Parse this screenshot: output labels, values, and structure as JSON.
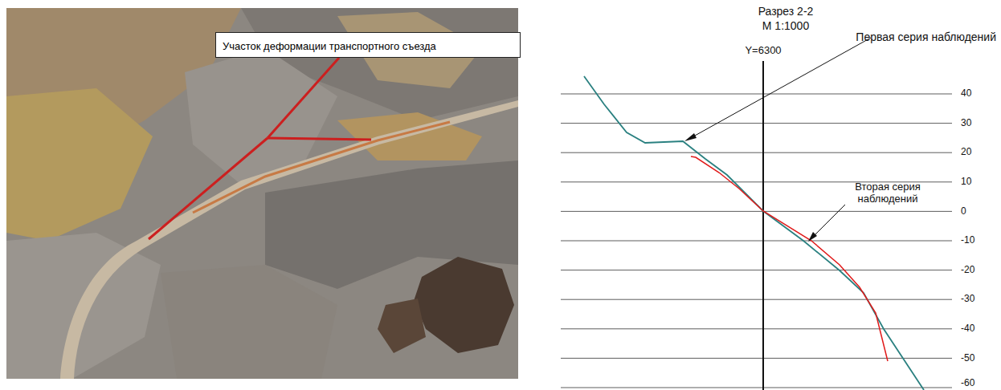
{
  "diagram": {
    "title": "Разрез 2-2",
    "nodes": [
      {
        "text": [
          "Участок деформации транспортного съезда"
        ]
      }
    ],
    "labels": [
      "М 1:1000",
      "Y=6300",
      "Первая серия наблюдений",
      "Вторая серия наблюдений",
      "40",
      "30",
      "20",
      "10",
      "0",
      "-10",
      "-20",
      "-30",
      "-40",
      "-50",
      "-60"
    ]
  }
}
